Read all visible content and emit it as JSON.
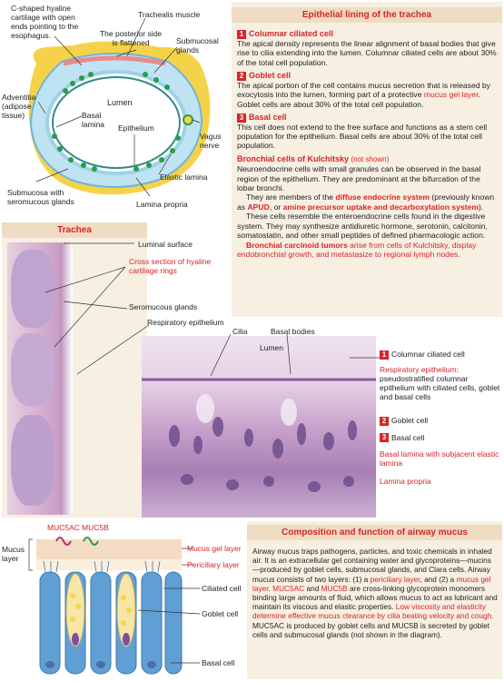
{
  "diagram_top": {
    "labels": {
      "c_cartilage": "C-shaped hyaline cartilage with open ends pointing to the esophagus.",
      "trachealis": "Trachealis muscle",
      "posterior": "The posterior side is flattened",
      "submucosal_glands": "Submucosal glands",
      "lumen": "Lumen",
      "adventitia": "Adventitia (adipose tissue)",
      "basal_lamina": "Basal lamina",
      "epithelium": "Epithelium",
      "vagus": "Vagus nerve",
      "elastic_lamina": "Elastic lamina",
      "submucosa": "Submucosa with seromucous glands",
      "lamina_propria": "Lamina propria"
    }
  },
  "epithelial_panel": {
    "title": "Epithelial lining of the trachea",
    "items": [
      {
        "num": "1",
        "heading": "Columnar ciliated cell",
        "text": "The apical density represents the linear alignment of basal bodies that give rise to cilia extending into the lumen. Columnar ciliated cells are about 30% of the total cell population."
      },
      {
        "num": "2",
        "heading": "Goblet cell",
        "text_before": "The apical portion of the cell contains mucus secretion that is released by exocytosis into the lumen, forming part of a protective ",
        "text_red": "mucus gel layer",
        "text_after": ". Goblet cells are about 30% of the total cell population."
      },
      {
        "num": "3",
        "heading": "Basal cell",
        "text": "This cell does not extend to the free surface and functions as a stem cell population for the epithelium. Basal cells are about 30% of the total cell population."
      }
    ],
    "kulchitsky": {
      "heading": "Bronchial cells of Kulchitsky",
      "heading_note": "(not shown)",
      "p1": "Neuroendocrine cells with small granules can be observed in the basal region of the epithelium. They are predominant at the bifurcation of the lobar bronchi.",
      "p2_a": "They are members of the ",
      "p2_b": "diffuse endocrine system",
      "p2_c": " (previously known as ",
      "p2_d": "APUD",
      "p2_e": ", or ",
      "p2_f": "amine precursor uptake and decarboxylation system",
      "p2_g": ").",
      "p3": "These cells resemble the enteroendocrine cells found in the digestive system. They may synthesize antidiuretic hormone, serotonin, calcitonin, somatostatin, and other small peptides of defined pharmacologic action.",
      "p4_a": "Bronchial carcinoid tumors",
      "p4_b": " arise from cells of Kulchitsky, display endobronchial growth, and metastasize to regional lymph nodes."
    }
  },
  "trachea_panel": {
    "title": "Trachea",
    "labels": {
      "luminal_surface": "Luminal surface",
      "cross_section": "Cross section of hyaline cartilage rings",
      "seromucous": "Seromucous glands",
      "respiratory_epithelium": "Respiratory epithelium"
    }
  },
  "micrograph": {
    "labels": {
      "cilia": "Cilia",
      "basal_bodies": "Basal bodies",
      "lumen": "Lumen",
      "columnar": "Columnar ciliated cell",
      "resp_epi_red": "Respiratory epithelium",
      "resp_epi_rest": ": pseudostratified columnar epithelium with ciliated cells, goblet and basal cells",
      "goblet": "Goblet cell",
      "basal": "Basal cell",
      "basal_lamina": "Basal lamina with subjacent elastic lamina",
      "lamina_propria": "Lamina propria"
    },
    "nums": [
      "1",
      "2",
      "3"
    ]
  },
  "mucus_diagram": {
    "labels": {
      "muc5ac": "MUC5AC",
      "muc5b": "MUC5B",
      "mucus_layer": "Mucus layer",
      "mucus_gel": "Mucus gel layer",
      "periciliary": "Periciliary layer",
      "ciliated": "Ciliated cell",
      "goblet": "Goblet cell",
      "basal": "Basal cell"
    }
  },
  "mucus_panel": {
    "title": "Composition and function of airway mucus",
    "t1": "Airway mucus traps pathogens, particles, and toxic chemicals in inhaled air. It is an extracellular gel containing water and glycoproteins—mucins—produced by goblet cells, submucosal glands, and Clara cells. Airway mucus consists of two layers: (1) a ",
    "t_peri": "periciliary layer",
    "t2": ", and (2) a ",
    "t_gel": "mucus gel layer",
    "t3": ". ",
    "t_ac": "MUC5AC",
    "t4": " and ",
    "t_b": "MUC5B",
    "t5": " are cross-linking glycoprotein monomers binding large amounts of fluid, which allows mucus to act as lubricant and maintain its viscous and elastic properties. ",
    "t_low": "Low viscosity and elasticity determine effective mucus clearance by cilia beating velocity and cough.",
    "t6": " MUC5AC is produced by goblet cells and MUC5B is secreted by goblet cells and submucosal glands (not shown in the diagram)."
  },
  "colors": {
    "red": "#d8232a",
    "panel": "#f7efe2",
    "panel_head": "#efdcc2"
  }
}
